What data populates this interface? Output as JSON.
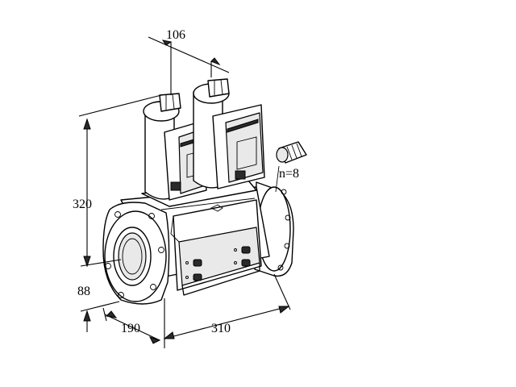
{
  "dimensions": {
    "width_top": "106",
    "height": "320",
    "base_height": "88",
    "depth": "190",
    "length": "310"
  },
  "annotations": {
    "cable_gland_count": "n=8"
  }
}
